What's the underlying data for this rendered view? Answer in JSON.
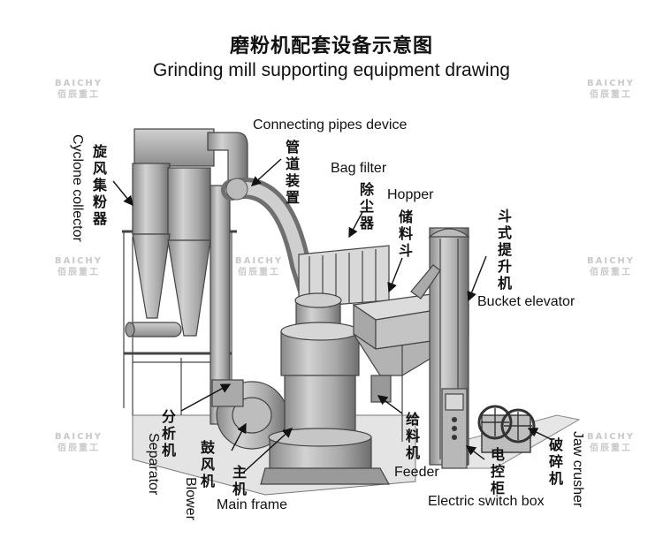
{
  "title": {
    "cn": "磨粉机配套设备示意图",
    "en": "Grinding mill supporting equipment drawing"
  },
  "labels": {
    "pipes_en": "Connecting pipes device",
    "pipes_cn": "管道装置",
    "bag_filter_en": "Bag filter",
    "bag_filter_cn": "除尘器",
    "hopper_en": "Hopper",
    "hopper_cn": "储料斗",
    "elevator_cn": "斗式提升机",
    "elevator_en": "Bucket elevator",
    "cyclone_cn": "旋风集粉器",
    "cyclone_en": "Cyclone collector",
    "separator_cn": "分析机",
    "separator_en": "Separator",
    "blower_cn": "鼓风机",
    "blower_en": "Blower",
    "main_cn": "主机",
    "main_en": "Main frame",
    "feeder_cn": "给料机",
    "feeder_en": "Feeder",
    "switch_cn": "电控柜",
    "switch_en": "Electric switch box",
    "crusher_cn": "破碎机",
    "crusher_en": "Jaw crusher"
  },
  "watermark": {
    "en": "BAICHY",
    "cn": "佰辰重工"
  }
}
